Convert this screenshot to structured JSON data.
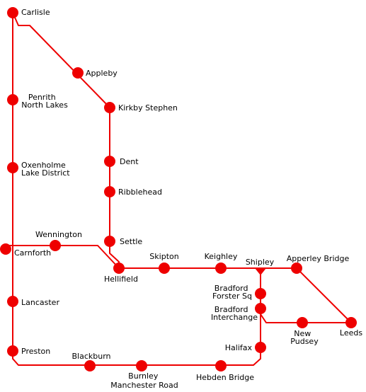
{
  "colors": {
    "line": "#ee0000",
    "station": "#ee0000",
    "background": "#ffffff",
    "text": "#000000"
  },
  "stations": {
    "carlisle": [
      "Carlisle"
    ],
    "appleby": [
      "Appleby"
    ],
    "penrith": [
      "Penrith",
      "North Lakes"
    ],
    "kirkby_stephen": [
      "Kirkby Stephen"
    ],
    "dent": [
      "Dent"
    ],
    "oxenholme": [
      "Oxenholme",
      "Lake District"
    ],
    "ribblehead": [
      "Ribblehead"
    ],
    "settle": [
      "Settle"
    ],
    "wennington": [
      "Wennington"
    ],
    "carnforth": [
      "Carnforth"
    ],
    "hellifield": [
      "Hellifield"
    ],
    "skipton": [
      "Skipton"
    ],
    "keighley": [
      "Keighley"
    ],
    "shipley": [
      "Shipley"
    ],
    "apperley_bridge": [
      "Apperley Bridge"
    ],
    "bradford_forster_sq": [
      "Bradford",
      "Forster Sq"
    ],
    "bradford_interchange": [
      "Bradford",
      "Interchange"
    ],
    "lancaster": [
      "Lancaster"
    ],
    "new_pudsey": [
      "New",
      "Pudsey"
    ],
    "leeds": [
      "Leeds"
    ],
    "halifax": [
      "Halifax"
    ],
    "preston": [
      "Preston"
    ],
    "blackburn": [
      "Blackburn"
    ],
    "burnley": [
      "Burnley",
      "Manchester Road"
    ],
    "hebden_bridge": [
      "Hebden Bridge"
    ]
  }
}
